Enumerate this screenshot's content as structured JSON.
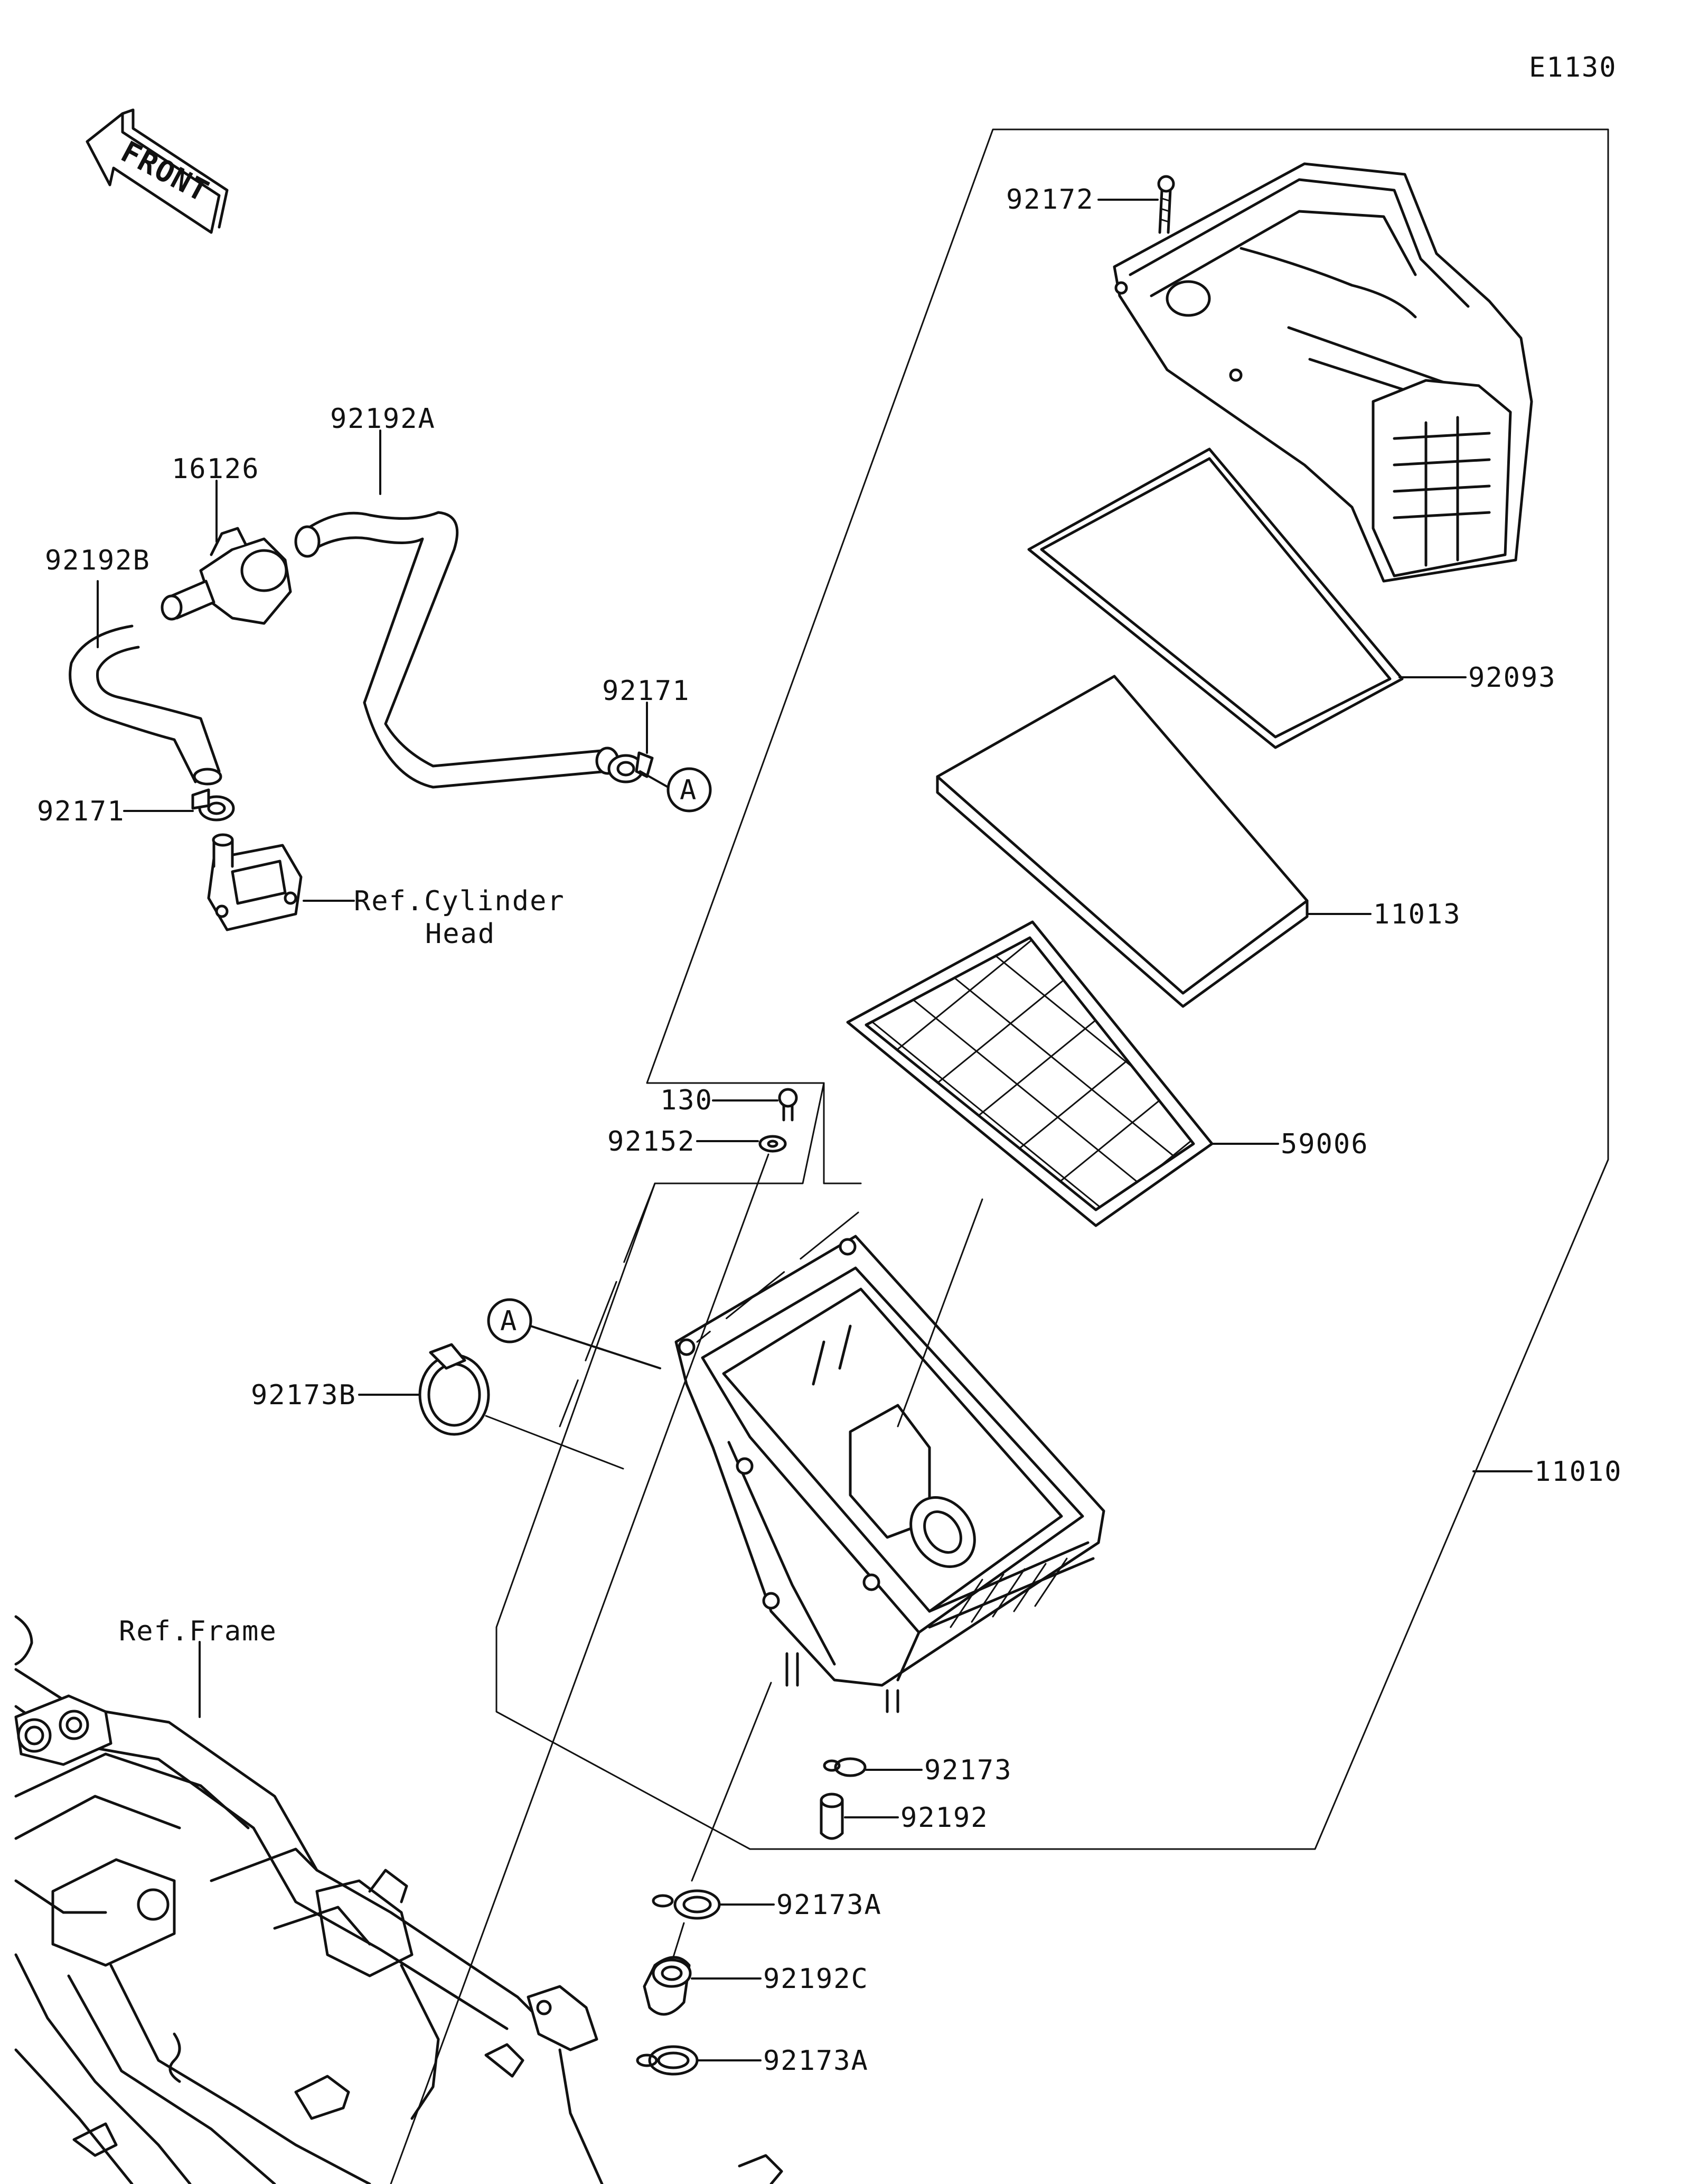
{
  "diagram_code": "E1130",
  "front_marker": "FRONT",
  "callouts": {
    "p92172": "92172",
    "p92192A": "92192A",
    "p16126": "16126",
    "p92192B": "92192B",
    "p92171_top": "92171",
    "p92171_left": "92171",
    "ref_cyl_line1": "Ref.Cylinder",
    "ref_cyl_line2": "Head",
    "p92093": "92093",
    "p11013": "11013",
    "p130": "130",
    "p92152": "92152",
    "p59006": "59006",
    "p92173B": "92173B",
    "p11010": "11010",
    "ref_frame": "Ref.Frame",
    "p92173": "92173",
    "p92192": "92192",
    "p92173A_top": "92173A",
    "p92192C": "92192C",
    "p92173A_bottom": "92173A",
    "marker_A_top": "A",
    "marker_A_mid": "A"
  }
}
